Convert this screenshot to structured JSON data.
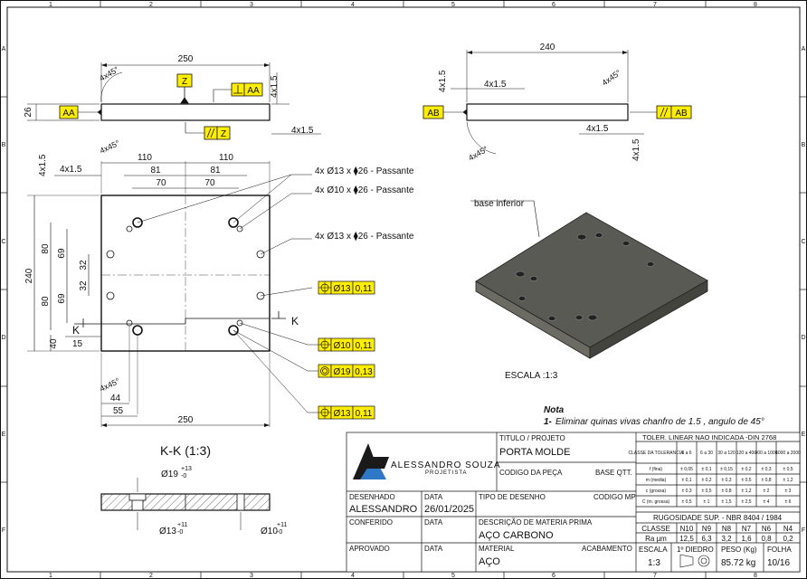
{
  "sheet": {
    "border_cols": [
      "1",
      "2",
      "3",
      "4",
      "5",
      "6",
      "7",
      "8"
    ],
    "border_rows": [
      "A",
      "B",
      "C",
      "D",
      "E",
      "F"
    ]
  },
  "colors": {
    "gdt_fill": "#ffee00",
    "part_fill": "#555550",
    "ink": "#111111"
  },
  "top_view": {
    "length": "250",
    "chamfer": "4x45°",
    "thickness": "26",
    "chamfer_dim": "4x1.5",
    "datum_self": "AA",
    "datum_z": "Z",
    "perp_ref": "AA",
    "par_ref": "Z"
  },
  "side_view": {
    "length": "240",
    "chamfer_top": "4x1.5",
    "chamfer_bottom": "4x1.5",
    "chamfer_angle_top": "4x45°",
    "chamfer_angle_bottom": "4x45°",
    "datum_self": "AB",
    "par_ref": "AB",
    "vert_dim_top": "4x1.5",
    "vert_dim_bottom": "4x1.5"
  },
  "front_view": {
    "dim_110_left": "110",
    "dim_110_right": "110",
    "dim_81_left": "81",
    "dim_81_right": "81",
    "dim_70_left": "70",
    "dim_70_right": "70",
    "chamfer_left": "4x1.5",
    "chamfer_vert": "4x1.5",
    "height_total": "240",
    "dim_80_top": "80",
    "dim_80_bot": "80",
    "dim_69_top": "69",
    "dim_69_bot": "69",
    "dim_32_top": "32",
    "dim_32_bot": "32",
    "dim_40": "40",
    "dim_15": "15",
    "dim_44": "44",
    "dim_55": "55",
    "width_total": "250",
    "chamfer_angle_top": "4x45°",
    "chamfer_angle_bot": "4x45°",
    "section_mark": "K",
    "note_1": "4x Ø13 x ⧫26 - Passante",
    "note_2": "4x Ø10 x ⧫26 - Passante",
    "note_3": "4x Ø13 x ⧫26 - Passante",
    "tol_1": "Ø13",
    "tol_1v": "0,11",
    "tol_2": "Ø10",
    "tol_2v": "0,11",
    "tol_3": "Ø19",
    "tol_3v": "0,13",
    "tol_4": "Ø13",
    "tol_4v": "0,11"
  },
  "iso_view": {
    "label": "base inferior",
    "scale": "ESCALA :1:3"
  },
  "note": {
    "title": "Nota",
    "num": "1-",
    "text": "Eliminar quinas vivas chanfro de 1.5 , angulo de 45°"
  },
  "section": {
    "title": "K-K (1:3)",
    "d19": "Ø19",
    "d19_tol_up": "+13",
    "d19_tol_dn": "-0",
    "d13": "Ø13",
    "d13_tol_up": "+11",
    "d13_tol_dn": "-0",
    "d10": "Ø10",
    "d10_tol_up": "+11",
    "d10_tol_dn": "-0"
  },
  "title_block": {
    "company_name": "ALESSANDRO SOUZA",
    "company_sub": "PROJETISTA",
    "titulo_label": "TITULO / PROJETO",
    "titulo_value": "PORTA MOLDE",
    "codigo_peca_label": "CODIGO DA PEÇA",
    "base_qtt_label": "BASE QTT.",
    "desenhado_label": "DESENHADO",
    "desenhado_value": "ALESSANDRO",
    "data_label": "DATA",
    "data_value": "26/01/2025",
    "tipo_label": "TIPO DE DESENHO",
    "codigo_mp_label": "CODIGO MP",
    "conferido_label": "CONFERIDO",
    "data2_label": "DATA",
    "descricao_label": "DESCRIÇÃO DE MATERIA PRIMA",
    "descricao_value": "AÇO CARBONO",
    "aprovado_label": "APROVADO",
    "data3_label": "DATA",
    "material_label": "MATERIAL",
    "material_value": "AÇO",
    "acabamento_label": "ACABAMENTO",
    "escala_label": "ESCALA",
    "escala_value": "1:3",
    "diedro_label": "1º DIEDRO",
    "peso_label": "PESO (Kg)",
    "peso_value": "85.72 kg",
    "folha_label": "FOLHA",
    "folha_value": "10/16",
    "toler_title": "TOLER. LINEAR NAO INDICADA -DIN 2768",
    "toler_header": [
      "CLASSE DA TOLERANCIA",
      "3 a 6",
      "6 a 30",
      "30 a 120",
      "120 a 400",
      "400 a 1000",
      "1000 a 2000"
    ],
    "toler_rows": [
      [
        "f (fina)",
        "± 0,05",
        "± 0,1",
        "± 0,15",
        "± 0,2",
        "± 0,3",
        "± 0,5"
      ],
      [
        "m (media)",
        "± 0,1",
        "± 0,2",
        "± 0,3",
        "± 0,5",
        "± 0,8",
        "± 1,2"
      ],
      [
        "c (grossa)",
        "± 0,3",
        "± 0,5",
        "± 0,8",
        "± 1,2",
        "± 2",
        "± 3"
      ],
      [
        "C (m. grossa)",
        "± 0,5",
        "± 1",
        "± 1,5",
        "± 2,5",
        "± 4",
        "± 6"
      ]
    ],
    "rug_title": "RUGOSIDADE SUP. - NBR 8404 / 1984",
    "rug_classes": [
      "CLASSE",
      "N10",
      "N9",
      "N8",
      "N7",
      "N6",
      "N4"
    ],
    "rug_values": [
      "Ra µm",
      "12,5",
      "6,3",
      "3,2",
      "1,6",
      "0,8",
      "0,2"
    ]
  }
}
